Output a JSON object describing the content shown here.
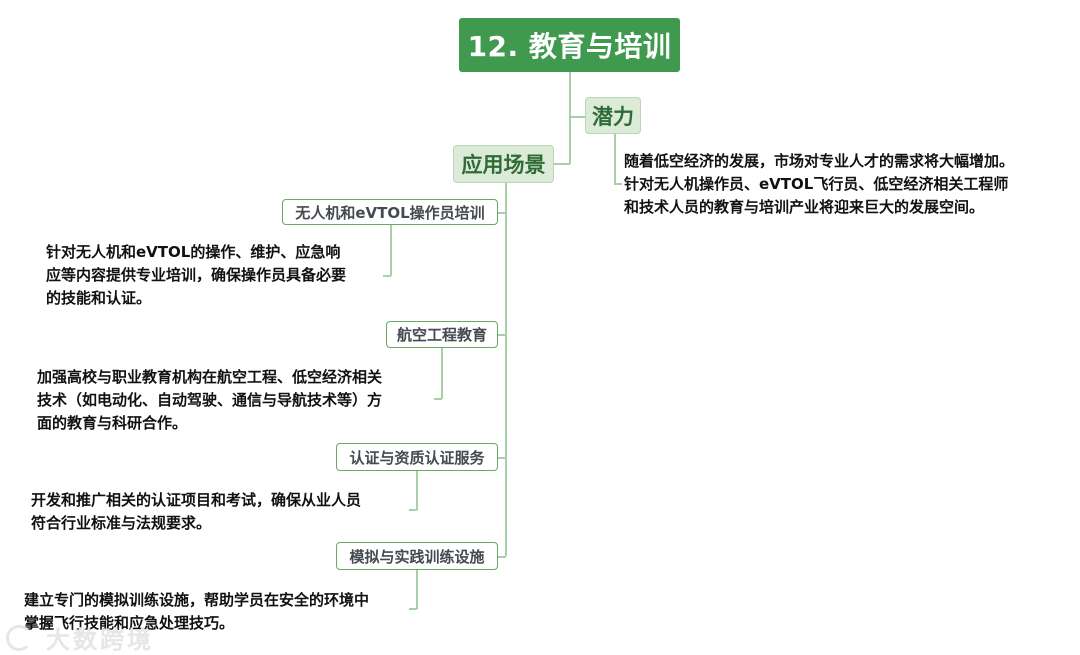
{
  "root": {
    "title": "12. 教育与培训"
  },
  "branches": {
    "potential": {
      "label": "潜力",
      "text": [
        "随着低空经济的发展，市场对专业人才的需求将大幅增加。",
        "针对无人机操作员、eVTOL飞行员、低空经济相关工程师",
        "和技术人员的教育与培训产业将迎来巨大的发展空间。"
      ]
    },
    "scenarios": {
      "label": "应用场景",
      "items": [
        {
          "label": "无人机和eVTOL操作员培训",
          "text": [
            "针对无人机和eVTOL的操作、维护、应急响",
            "应等内容提供专业培训，确保操作员具备必要",
            "的技能和认证。"
          ]
        },
        {
          "label": "航空工程教育",
          "text": [
            "加强高校与职业教育机构在航空工程、低空经济相关",
            "技术（如电动化、自动驾驶、通信与导航技术等）方",
            "面的教育与科研合作。"
          ]
        },
        {
          "label": "认证与资质认证服务",
          "text": [
            "开发和推广相关的认证项目和考试，确保从业人员",
            "符合行业标准与法规要求。"
          ]
        },
        {
          "label": "模拟与实践训练设施",
          "text": [
            "建立专门的模拟训练设施，帮助学员在安全的环境中",
            "掌握飞行技能和应急处理技巧。"
          ]
        }
      ]
    }
  },
  "watermark": "大数跨境",
  "colors": {
    "root_bg": "#3f9a4f",
    "main_bg": "#dcebd8",
    "main_text": "#2f6b36",
    "sub_border": "#6aa863",
    "line": "#a9cfa6"
  }
}
